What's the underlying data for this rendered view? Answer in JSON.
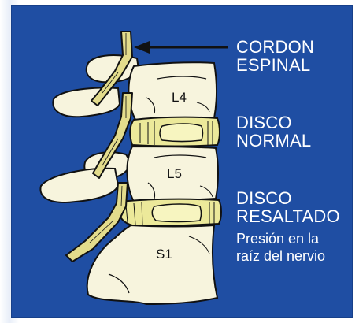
{
  "labels": {
    "spinal_cord": [
      "CORDON",
      "ESPINAL"
    ],
    "normal_disc": [
      "DISCO",
      "NORMAL"
    ],
    "bulging_disc": [
      "DISCO",
      "RESALTADO"
    ],
    "nerve_pressure": [
      "Presión en la",
      "raíz del nervio"
    ]
  },
  "vertebrae": [
    "L4",
    "L5",
    "S1"
  ],
  "colors": {
    "background": "#1f4ea3",
    "bone": "#f7f4dd",
    "disc": "#ece99a",
    "disc_center": "#f7f5c0",
    "nerve": "#e3dc8c",
    "outline": "#111111",
    "text": "#ffffff"
  }
}
